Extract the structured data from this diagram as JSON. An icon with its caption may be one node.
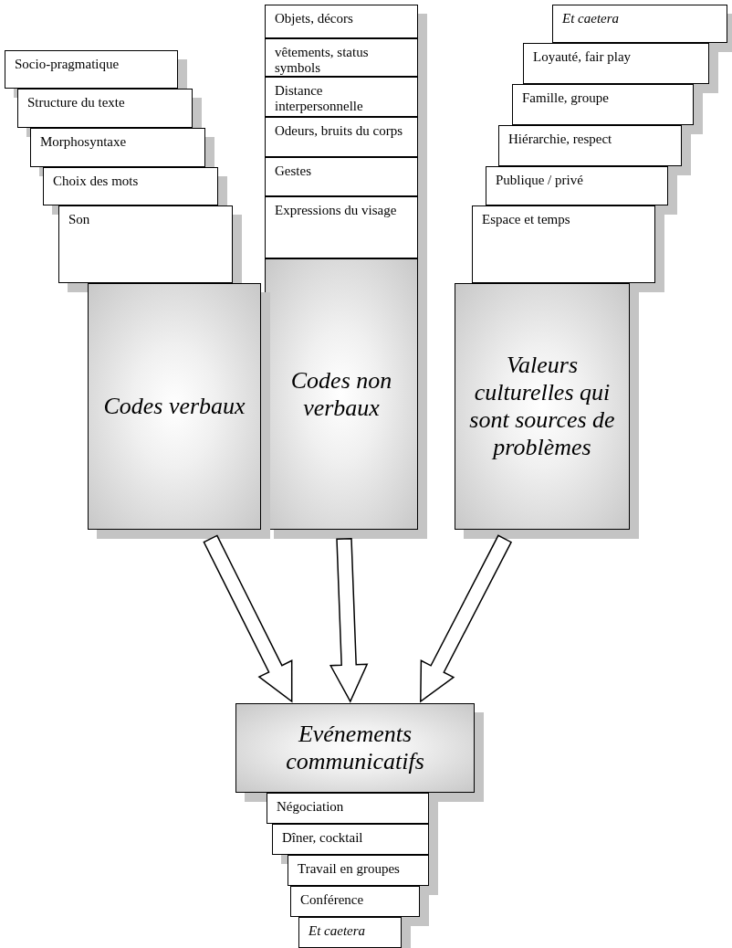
{
  "diagram": {
    "nodes": [
      {
        "text": [
          "Socio-pragmatique"
        ]
      },
      {
        "text": [
          "Structure du texte"
        ]
      },
      {
        "text": [
          "Morphosyntaxe"
        ]
      },
      {
        "text": [
          "Choix des mots"
        ]
      },
      {
        "text": [
          "Son"
        ]
      },
      {
        "text": [
          "Codes verbaux"
        ]
      },
      {
        "text": [
          "Objets, décors"
        ]
      },
      {
        "text": [
          "vêtements, status symbols"
        ]
      },
      {
        "text": [
          "Distance interpersonnelle"
        ]
      },
      {
        "text": [
          "Odeurs, bruits du corps"
        ]
      },
      {
        "text": [
          "Gestes"
        ]
      },
      {
        "text": [
          "Expressions du visage"
        ]
      },
      {
        "text": [
          "Codes non verbaux"
        ]
      },
      {
        "text": [
          "Et caetera"
        ]
      },
      {
        "text": [
          "Loyauté, fair play"
        ]
      },
      {
        "text": [
          "Famille, groupe"
        ]
      },
      {
        "text": [
          "Hiérarchie, respect"
        ]
      },
      {
        "text": [
          "Publique / privé"
        ]
      },
      {
        "text": [
          "Espace et temps"
        ]
      },
      {
        "text": [
          "Valeurs culturelles qui sont sources de problèmes"
        ]
      },
      {
        "text": [
          "Evénements communicatifs"
        ]
      },
      {
        "text": [
          "Négociation"
        ]
      },
      {
        "text": [
          "Dîner, cocktail"
        ]
      },
      {
        "text": [
          "Travail en groupes"
        ]
      },
      {
        "text": [
          "Conférence"
        ]
      },
      {
        "text": [
          "Et caetera"
        ]
      }
    ],
    "edges": [
      {
        "from": 5,
        "to": 20,
        "arrow": "to"
      },
      {
        "from": 12,
        "to": 20,
        "arrow": "to"
      },
      {
        "from": 19,
        "to": 20,
        "arrow": "to"
      }
    ]
  }
}
